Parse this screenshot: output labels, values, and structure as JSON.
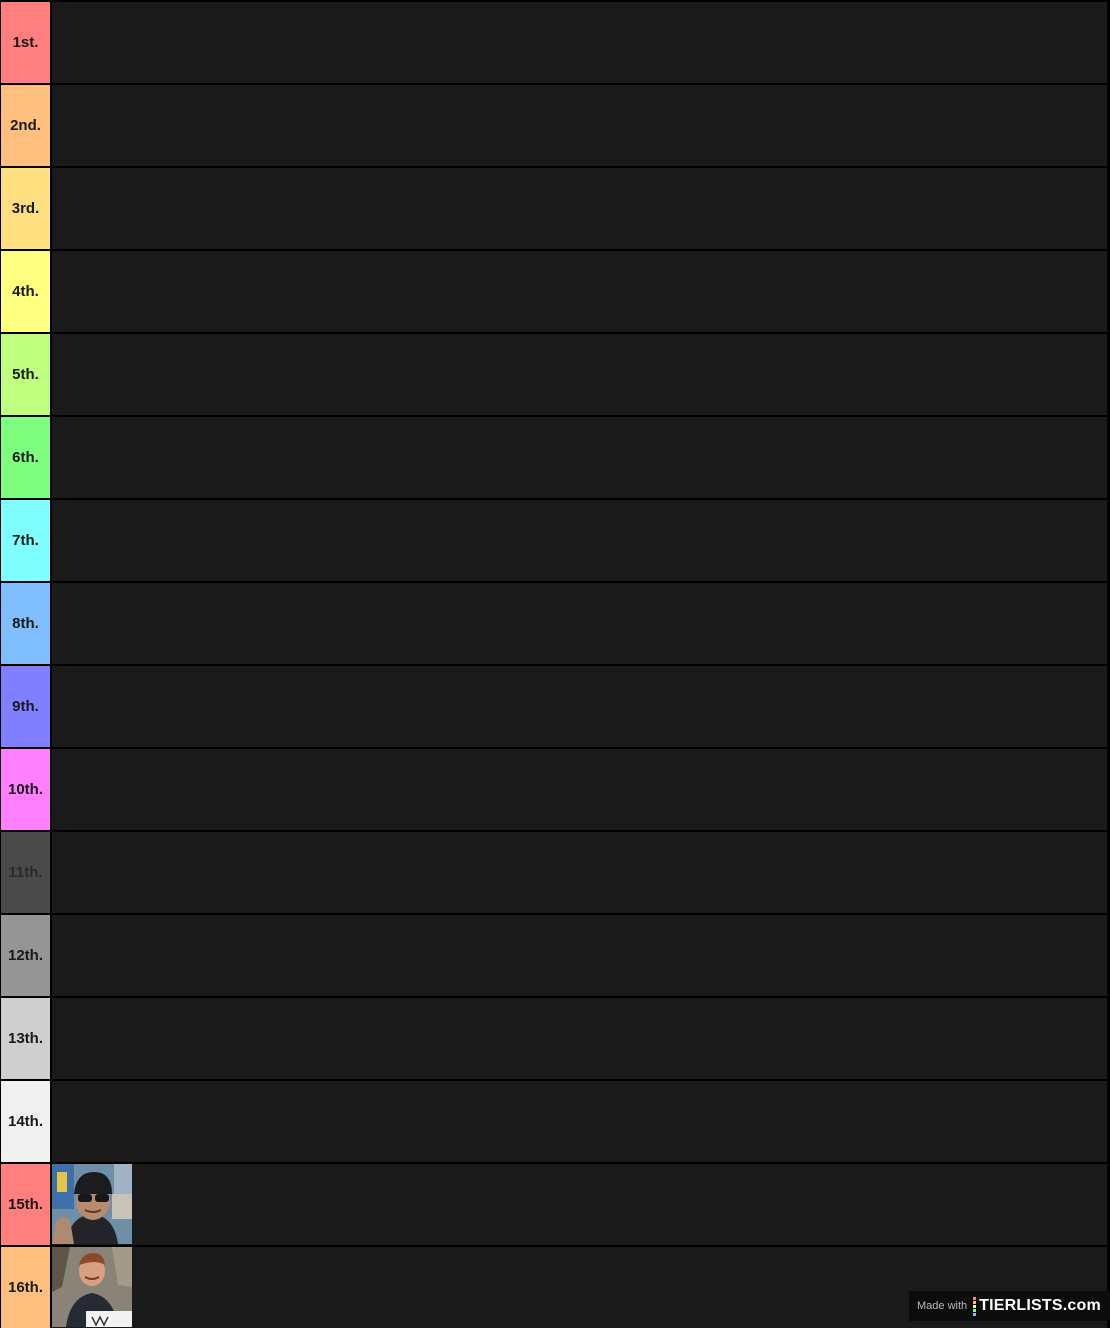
{
  "tiers": [
    {
      "label": "1st.",
      "color": "#ff7f7f",
      "text_color": "#1a1a1a"
    },
    {
      "label": "2nd.",
      "color": "#ffbf7f",
      "text_color": "#1a1a1a"
    },
    {
      "label": "3rd.",
      "color": "#ffdf7f",
      "text_color": "#1a1a1a"
    },
    {
      "label": "4th.",
      "color": "#ffff7f",
      "text_color": "#1a1a1a"
    },
    {
      "label": "5th.",
      "color": "#bfff7f",
      "text_color": "#1a1a1a"
    },
    {
      "label": "6th.",
      "color": "#7fff7f",
      "text_color": "#1a1a1a"
    },
    {
      "label": "7th.",
      "color": "#7fffff",
      "text_color": "#1a1a1a"
    },
    {
      "label": "8th.",
      "color": "#7fbfff",
      "text_color": "#1a1a1a"
    },
    {
      "label": "9th.",
      "color": "#7f7fff",
      "text_color": "#1a1a1a"
    },
    {
      "label": "10th.",
      "color": "#ff7fff",
      "text_color": "#1a1a1a"
    },
    {
      "label": "11th.",
      "color": "#4a4a4a",
      "text_color": "#2a2a2a"
    },
    {
      "label": "12th.",
      "color": "#959595",
      "text_color": "#1a1a1a"
    },
    {
      "label": "13th.",
      "color": "#cfcfcf",
      "text_color": "#1a1a1a"
    },
    {
      "label": "14th.",
      "color": "#f0f0f0",
      "text_color": "#1a1a1a"
    },
    {
      "label": "15th.",
      "color": "#ff7f7f",
      "text_color": "#1a1a1a",
      "items": [
        "person-photo-sunglasses-beanie"
      ]
    },
    {
      "label": "16th.",
      "color": "#ffbf7f",
      "text_color": "#1a1a1a",
      "items": [
        "person-photo-holding-sign"
      ]
    }
  ],
  "watermark": {
    "made_with": "Made with",
    "brand": "TIERLISTS.com",
    "bar_colors": [
      "#ff7f7f",
      "#ffbf7f",
      "#ffff7f",
      "#7fff7f",
      "#7fbfff"
    ]
  }
}
